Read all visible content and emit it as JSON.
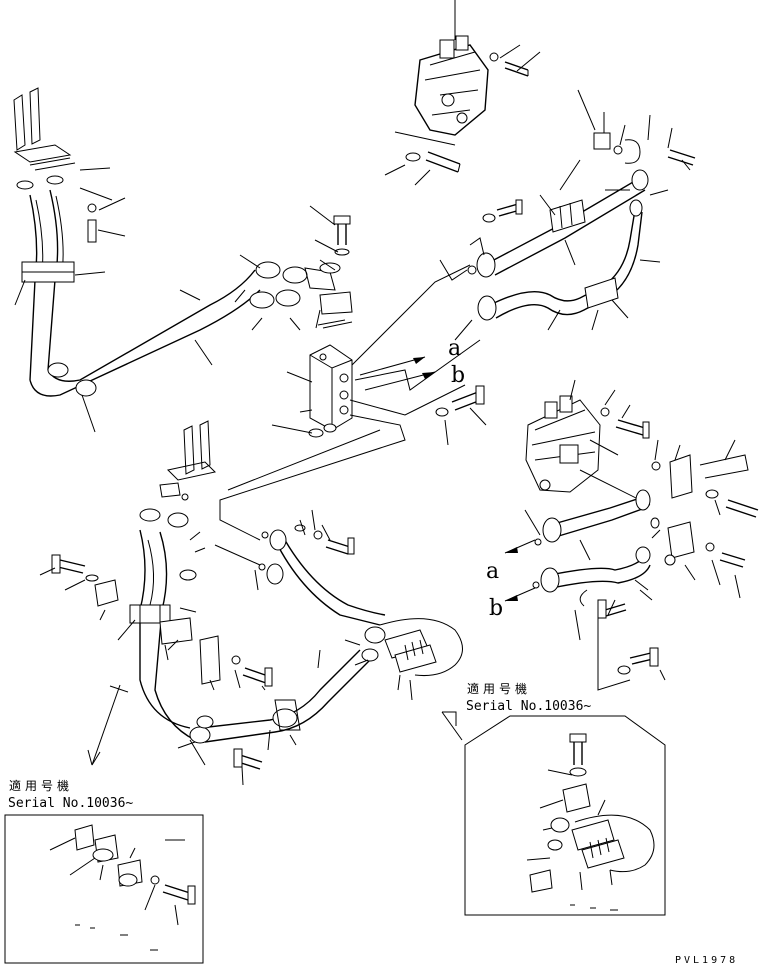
{
  "diagram": {
    "drawing_code": "PVL1978",
    "callout_a": "a",
    "callout_b": "b",
    "inset_right": {
      "heading": "適用号機",
      "serial": "Serial No.10036~"
    },
    "inset_left": {
      "heading": "適用号機",
      "serial": "Serial No.10036~"
    }
  }
}
